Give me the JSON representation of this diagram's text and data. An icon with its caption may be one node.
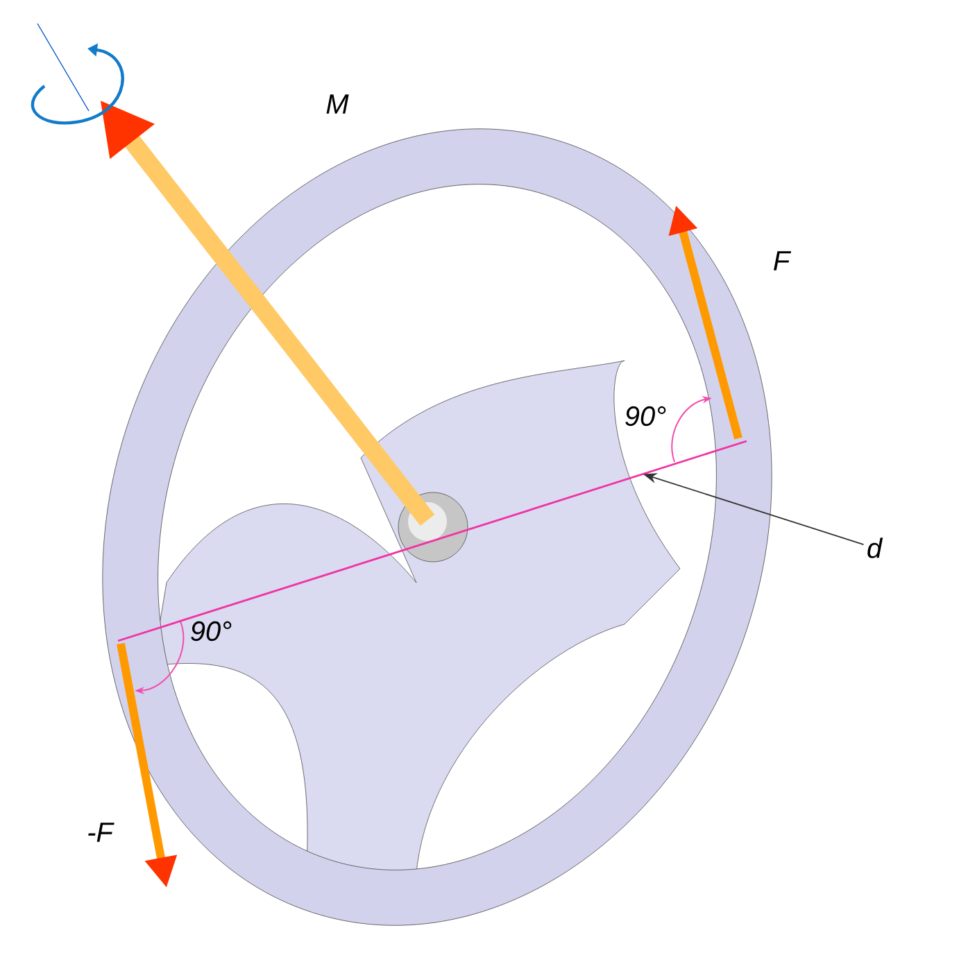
{
  "diagram": {
    "nodes": [
      {
        "text": [
          "d"
        ]
      },
      {
        "text": [],
        "shape": "line"
      }
    ],
    "edges": [
      {
        "from": 0,
        "to": 1,
        "arrow": "to"
      }
    ],
    "labels": [
      "M",
      "F",
      "90°",
      "90°",
      "-F"
    ]
  }
}
